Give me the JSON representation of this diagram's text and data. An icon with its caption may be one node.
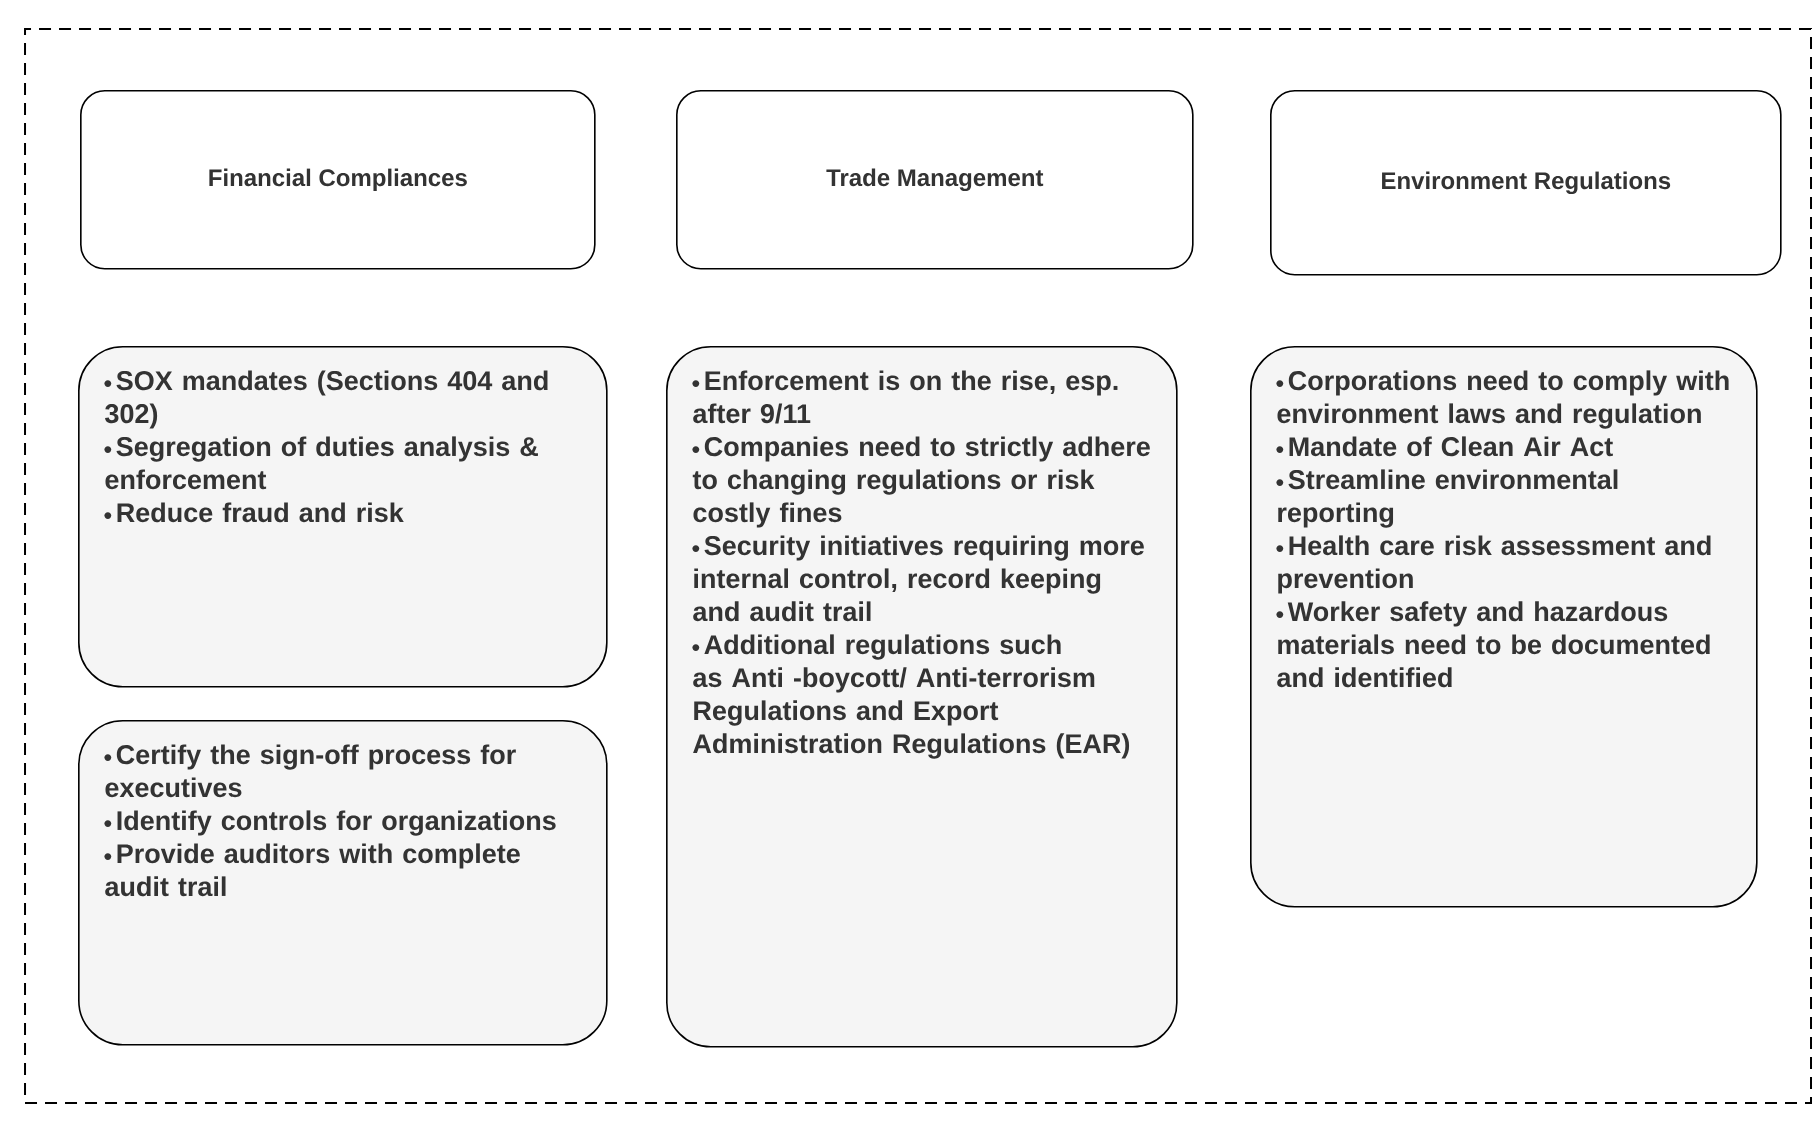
{
  "diagram": {
    "nodes": [
      {
        "text": [],
        "shape": "box"
      },
      {
        "text": [
          "Financial Compliances"
        ],
        "in": 0
      },
      {
        "text": [
          "Trade Management"
        ],
        "in": 0
      },
      {
        "text": [
          "Environment Regulations"
        ],
        "in": 0
      },
      {
        "text": [
          "SOX mandates (Sections 404 and 302)",
          "Segregation of duties analysis & enforcement",
          "Reduce fraud and risk"
        ],
        "in": 0
      },
      {
        "text": [
          "Enforcement is on the rise, esp. after 9/11",
          "Companies need to strictly adhere to changing regulations or risk costly fines",
          "Security initiatives requiring more internal control, record keeping and audit trail",
          "Additional regulations such as Anti -boycott/ Anti-terrorism Regulations and Export Administration Regulations (EAR)"
        ],
        "in": 0
      },
      {
        "text": [
          "Corporations need to comply with environment laws and regulation",
          "Mandate of Clean Air Act",
          "Streamline environmental reporting",
          "Health care risk assessment and prevention",
          "Worker safety and hazardous materials need to be documented and identified"
        ],
        "in": 0
      },
      {
        "text": [
          "Certify the sign-off process for executives",
          "Identify controls for organizations",
          "Provide auditors with complete audit trail"
        ],
        "in": 0
      }
    ],
    "edges": []
  }
}
